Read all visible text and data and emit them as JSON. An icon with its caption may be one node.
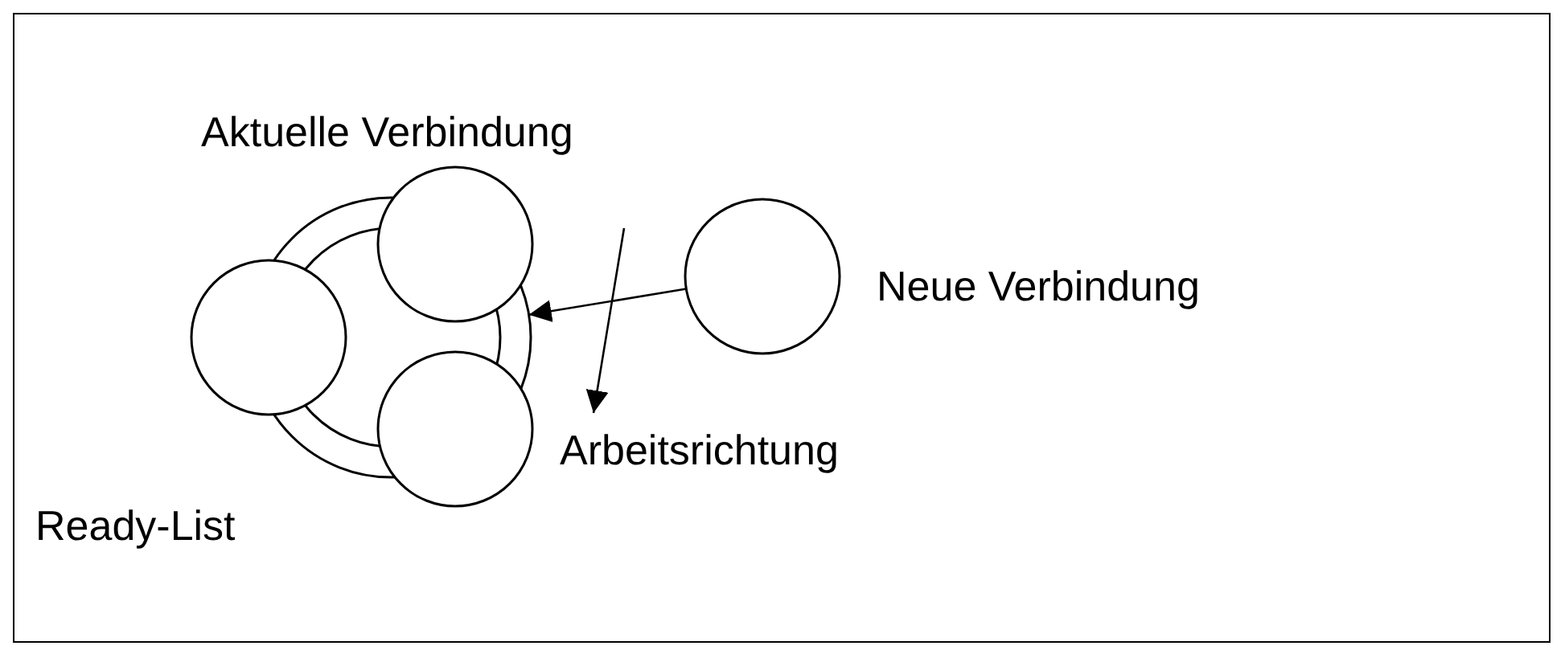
{
  "diagram": {
    "nodes": [
      {
        "text": [],
        "shape": "ring",
        "beside": [
          "Ready-List"
        ]
      },
      {
        "text": [],
        "shape": "circle"
      },
      {
        "text": [],
        "shape": "circle",
        "beside": [
          "Aktuelle Verbindung"
        ]
      },
      {
        "text": [],
        "shape": "circle"
      },
      {
        "text": [],
        "shape": "circle",
        "beside": [
          "Neue Verbindung"
        ]
      }
    ],
    "edges": [
      {
        "from": 4,
        "to": 0,
        "arrow": "to"
      }
    ],
    "labels": [
      "Arbeitsrichtung"
    ]
  }
}
